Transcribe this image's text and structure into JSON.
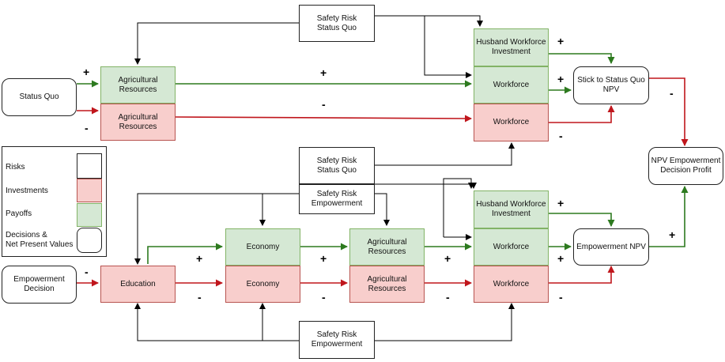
{
  "nodes": {
    "safety_risk_status_quo_top": "Safety Risk\nStatus Quo",
    "husband_workforce_investment_top": "Husband Workforce\nInvestment",
    "status_quo": "Status Quo",
    "agri_resources_green_top": "Agricultural\nResources",
    "agri_resources_red_top": "Agricultural\nResources",
    "workforce_green_top": "Workforce",
    "workforce_red_top": "Workforce",
    "stick_to_status_quo_npv": "Stick to Status Quo\nNPV",
    "npv_empowerment_decision_profit": "NPV Empowerment\nDecision Profit",
    "safety_risk_status_quo_mid": "Safety Risk\nStatus Quo",
    "safety_risk_empowerment_mid": "Safety Risk\nEmpowerment",
    "husband_workforce_investment_bottom": "Husband Workforce\nInvestment",
    "economy_green": "Economy",
    "agri_resources_green_bottom": "Agricultural\nResources",
    "workforce_green_bottom": "Workforce",
    "empowerment_npv": "Empowerment  NPV",
    "empowerment_decision": "Empowerment\nDecision",
    "education": "Education",
    "economy_red": "Economy",
    "agri_resources_red_bottom": "Agricultural\nResources",
    "workforce_red_bottom": "Workforce",
    "safety_risk_empowerment_bottom": "Safety Risk\nEmpowerment"
  },
  "legend": {
    "risks": "Risks",
    "investments": "Investments",
    "payoffs": "Payoffs",
    "decisions": "Decisions &\nNet Present Values"
  },
  "signs": {
    "sq_plus": "+",
    "sq_minus": "-",
    "top_green_plus": "+",
    "top_red_minus": "-",
    "husband_top_plus": "+",
    "wf_top_plus": "+",
    "wf_top_minus": "-",
    "stick_minus": "-",
    "emp_minus": "-",
    "edu_plus": "+",
    "edu_minus": "-",
    "econ_plus": "+",
    "econ_minus": "-",
    "agri_plus": "+",
    "agri_minus": "-",
    "husband_bottom_plus": "+",
    "wf_bottom_plus": "+",
    "wf_bottom_minus": "-",
    "empnpv_plus": "+"
  },
  "colors": {
    "green_fill": "#d5e8d4",
    "green_stroke": "#82b366",
    "red_fill": "#f8cecc",
    "red_stroke": "#b85450",
    "green_arrow": "#2d7a1f",
    "red_arrow": "#c0161c"
  }
}
